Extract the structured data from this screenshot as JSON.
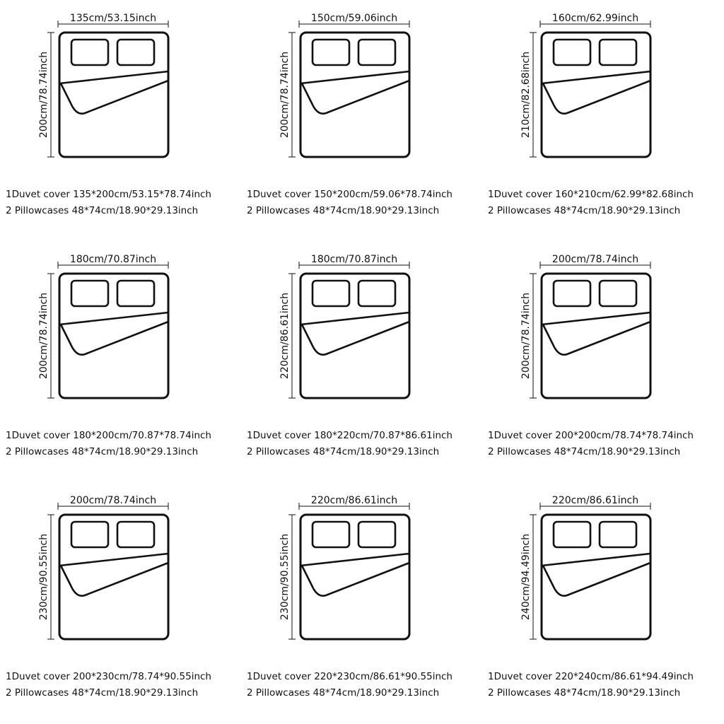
{
  "panels": [
    {
      "width_label": "135cm/53.15inch",
      "height_label": "200cm/78.74inch",
      "line1": "1Duvet cover 135*200cm/53.15*78.74inch",
      "line2": "2 Pillowcases 48*74cm/18.90*29.13inch"
    },
    {
      "width_label": "150cm/59.06inch",
      "height_label": "200cm/78.74inch",
      "line1": "1Duvet cover 150*200cm/59.06*78.74inch",
      "line2": "2 Pillowcases 48*74cm/18.90*29.13inch"
    },
    {
      "width_label": "160cm/62.99inch",
      "height_label": "210cm/82.68inch",
      "line1": "1Duvet cover 160*210cm/62.99*82.68inch",
      "line2": "2 Pillowcases 48*74cm/18.90*29.13inch"
    },
    {
      "width_label": "180cm/70.87inch",
      "height_label": "200cm/78.74inch",
      "line1": "1Duvet cover 180*200cm/70.87*78.74inch",
      "line2": "2 Pillowcases 48*74cm/18.90*29.13inch"
    },
    {
      "width_label": "180cm/70.87inch",
      "height_label": "220cm/86.61inch",
      "line1": "1Duvet cover 180*220cm/70.87*86.61inch",
      "line2": "2 Pillowcases 48*74cm/18.90*29.13inch"
    },
    {
      "width_label": "200cm/78.74inch",
      "height_label": "200cm/78.74inch",
      "line1": "1Duvet cover 200*200cm/78.74*78.74inch",
      "line2": "2 Pillowcases 48*74cm/18.90*29.13inch"
    },
    {
      "width_label": "200cm/78.74inch",
      "height_label": "230cm/90.55inch",
      "line1": "1Duvet cover 200*230cm/78.74*90.55inch",
      "line2": "2 Pillowcases 48*74cm/18.90*29.13inch"
    },
    {
      "width_label": "220cm/86.61inch",
      "height_label": "230cm/90.55inch",
      "line1": "1Duvet cover 220*230cm/86.61*90.55inch",
      "line2": "2 Pillowcases 48*74cm/18.90*29.13inch"
    },
    {
      "width_label": "220cm/86.61inch",
      "height_label": "240cm/94.49inch",
      "line1": "1Duvet cover 220*240cm/86.61*94.49inch",
      "line2": "2 Pillowcases 48*74cm/18.90*29.13inch"
    }
  ],
  "colors": {
    "line": "#111111",
    "background": "#ffffff"
  },
  "icon": "bed-icon"
}
